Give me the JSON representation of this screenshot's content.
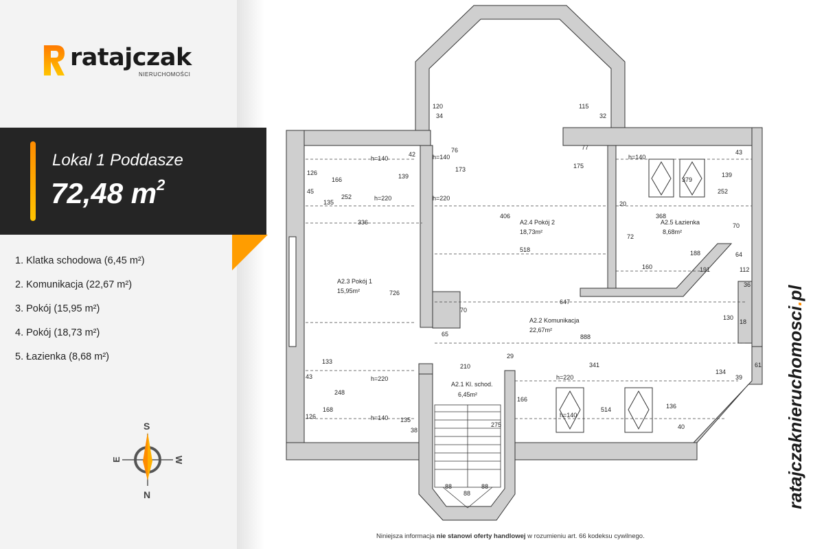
{
  "brand": {
    "name": "ratajczak",
    "subtitle": "NIERUCHOMOŚCI",
    "url_main": "ratajczaknieruchomosci",
    "url_dot": ".",
    "url_tld": "pl",
    "accent_color": "#ff8c00"
  },
  "unit": {
    "name": "Lokal 1 Poddasze",
    "area_value": "72,48 m",
    "area_exp": "2"
  },
  "rooms": [
    {
      "label": "1. Klatka schodowa (6,45 m²)"
    },
    {
      "label": "2. Komunikacja (22,67 m²)"
    },
    {
      "label": "3. Pokój (15,95 m²)"
    },
    {
      "label": "4. Pokój (18,73 m²)"
    },
    {
      "label": "5. Łazienka (8,68 m²)"
    }
  ],
  "compass": {
    "s": "S",
    "n": "N",
    "e": "E",
    "w": "W"
  },
  "disclaimer": {
    "before": "Niniejsza informacja ",
    "bold": "nie stanowi oferty handlowej",
    "after": " w rozumieniu art. 66 kodeksu cywilnego."
  },
  "plan": {
    "room_a21_code": "A2.1 Kl. schod.",
    "room_a21_area": "6,45m²",
    "room_a22_code": "A2.2 Komunikacja",
    "room_a22_area": "22,67m²",
    "room_a23_code": "A2.3 Pokój 1",
    "room_a23_area": "15,95m²",
    "room_a24_code": "A2.4 Pokój 2",
    "room_a24_area": "18,73m²",
    "room_a25_code": "A2.5 Łazienka",
    "room_a25_area": "8,68m²",
    "dims": [
      "120",
      "115",
      "34",
      "32",
      "h=140",
      "h=220",
      "139",
      "42",
      "126",
      "45",
      "166",
      "252",
      "135",
      "336",
      "726",
      "406",
      "518",
      "173",
      "175",
      "77",
      "76",
      "h=140",
      "h=220",
      "379",
      "368",
      "20",
      "70",
      "72",
      "160",
      "188",
      "191",
      "64",
      "112",
      "36",
      "130",
      "647",
      "888",
      "70",
      "65",
      "341",
      "210",
      "29",
      "133",
      "248",
      "168",
      "43",
      "126",
      "135",
      "38",
      "275",
      "166",
      "h=220",
      "h=140",
      "514",
      "136",
      "40",
      "134",
      "39",
      "61",
      "18",
      "88",
      "88",
      "88",
      "h=220",
      "h=140",
      "43",
      "139",
      "252",
      "h=140"
    ]
  }
}
